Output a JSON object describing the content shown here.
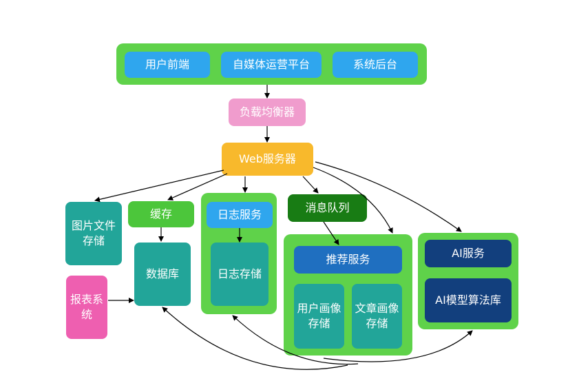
{
  "top_group": {
    "user_frontend": "用户前端",
    "media_platform": "自媒体运营平台",
    "system_backend": "系统后台"
  },
  "load_balancer": "负载均衡器",
  "web_server": "Web服务器",
  "image_storage": "图片文件\n存储",
  "cache": "缓存",
  "database": "数据库",
  "report_system": "报表系\n统",
  "log_service": "日志服务",
  "log_storage": "日志存储",
  "message_queue": "消息队列",
  "recommend_service": "推荐服务",
  "user_profile_storage": "用户画像\n存储",
  "article_profile_storage": "文章画像\n存储",
  "ai_service": "AI服务",
  "ai_model_library": "AI模型算法库",
  "colors": {
    "group_green": "#5fd24a",
    "blue": "#2fa6ee",
    "teal": "#22a599",
    "pink": "#f09ccd",
    "magenta": "#ee5fb0",
    "orange": "#f8b92c",
    "dark_green": "#187c14",
    "navy": "#123f7d",
    "dark_blue": "#1f6fc0"
  }
}
